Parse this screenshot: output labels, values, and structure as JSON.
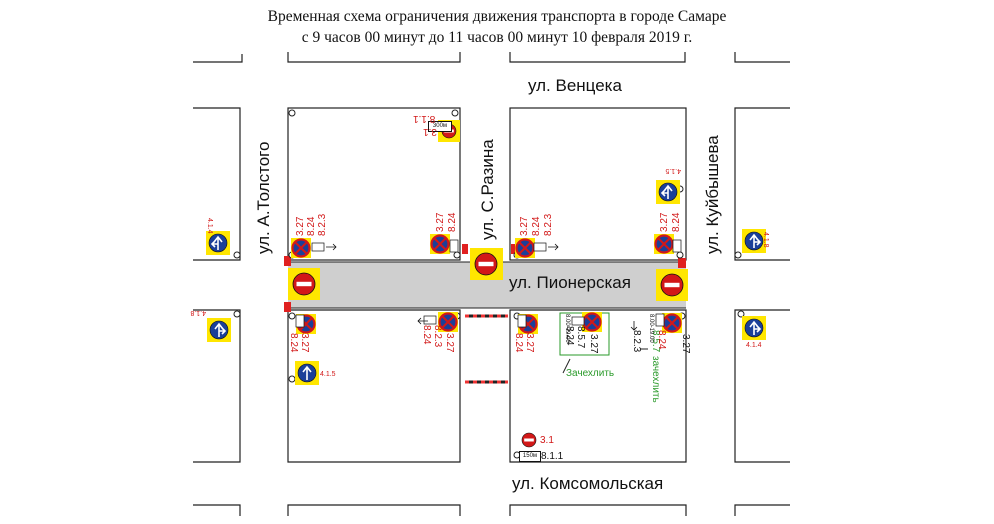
{
  "title": {
    "line1": "Временная схема ограничения движения транспорта в городе Самаре",
    "line2": "с 9 часов 00 минут до 11 часов 00 минут 10 февраля 2019 г."
  },
  "streets": {
    "ventseka": "ул. Венцека",
    "tolstogo": "ул. А.Толстого",
    "razina": "ул. С.Разина",
    "kuybysheva": "ул. Куйбышева",
    "pionerskaya": "ул. Пионерская",
    "komsomolskaya": "ул. Комсомольская"
  },
  "sign_labels": {
    "s327": "3.27",
    "s824": "8.24",
    "s823": "8.2.3",
    "s31": "3.1",
    "s811": "8.1.1",
    "s857": "8.5.7",
    "s415": "4.1.5",
    "s414": "4.1.4",
    "s418": "4.1.8",
    "p300": "300м",
    "p150": "150м",
    "ptime": "8.00-19.00"
  },
  "notes": {
    "cover1": "Зачехлить",
    "cover2": "зачехлить"
  },
  "colors": {
    "sign_red": "#d21818",
    "sign_blue": "#1b3f99",
    "sign_yellow": "#ffe600",
    "road_closed": "#cfcfcf",
    "label_red": "#d21818",
    "label_green": "#2a9a2a"
  },
  "icons": [
    "no-entry-sign-icon",
    "no-stopping-sign-icon",
    "direction-arrow-sign-icon",
    "tow-truck-plate-icon",
    "barrier-icon"
  ]
}
